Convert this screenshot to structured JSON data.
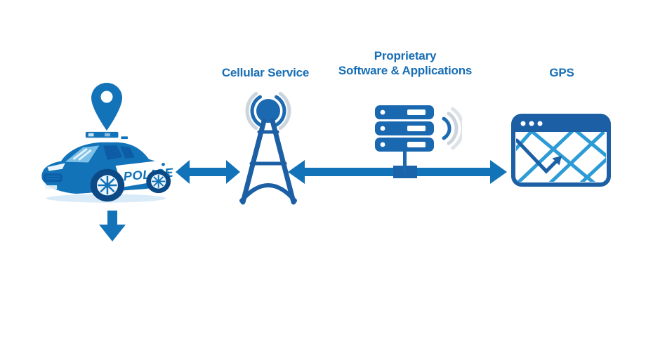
{
  "diagram": {
    "background": "#ffffff",
    "colors": {
      "primary_blue": "#1273b8",
      "dark_blue": "#1c5fa5",
      "server_blue": "#1a68af",
      "label_blue": "#176eb5",
      "street_blue": "#2d9bd6",
      "pale_wave_gray": "#ccd5dd",
      "white": "#ffffff"
    },
    "nodes": {
      "police_car": {
        "label": "POLICE"
      },
      "cellular_service": {
        "label": "Cellular Service"
      },
      "software": {
        "label_line1": "Proprietary",
        "label_line2": "Software & Applications"
      },
      "gps": {
        "label": "GPS"
      }
    }
  }
}
